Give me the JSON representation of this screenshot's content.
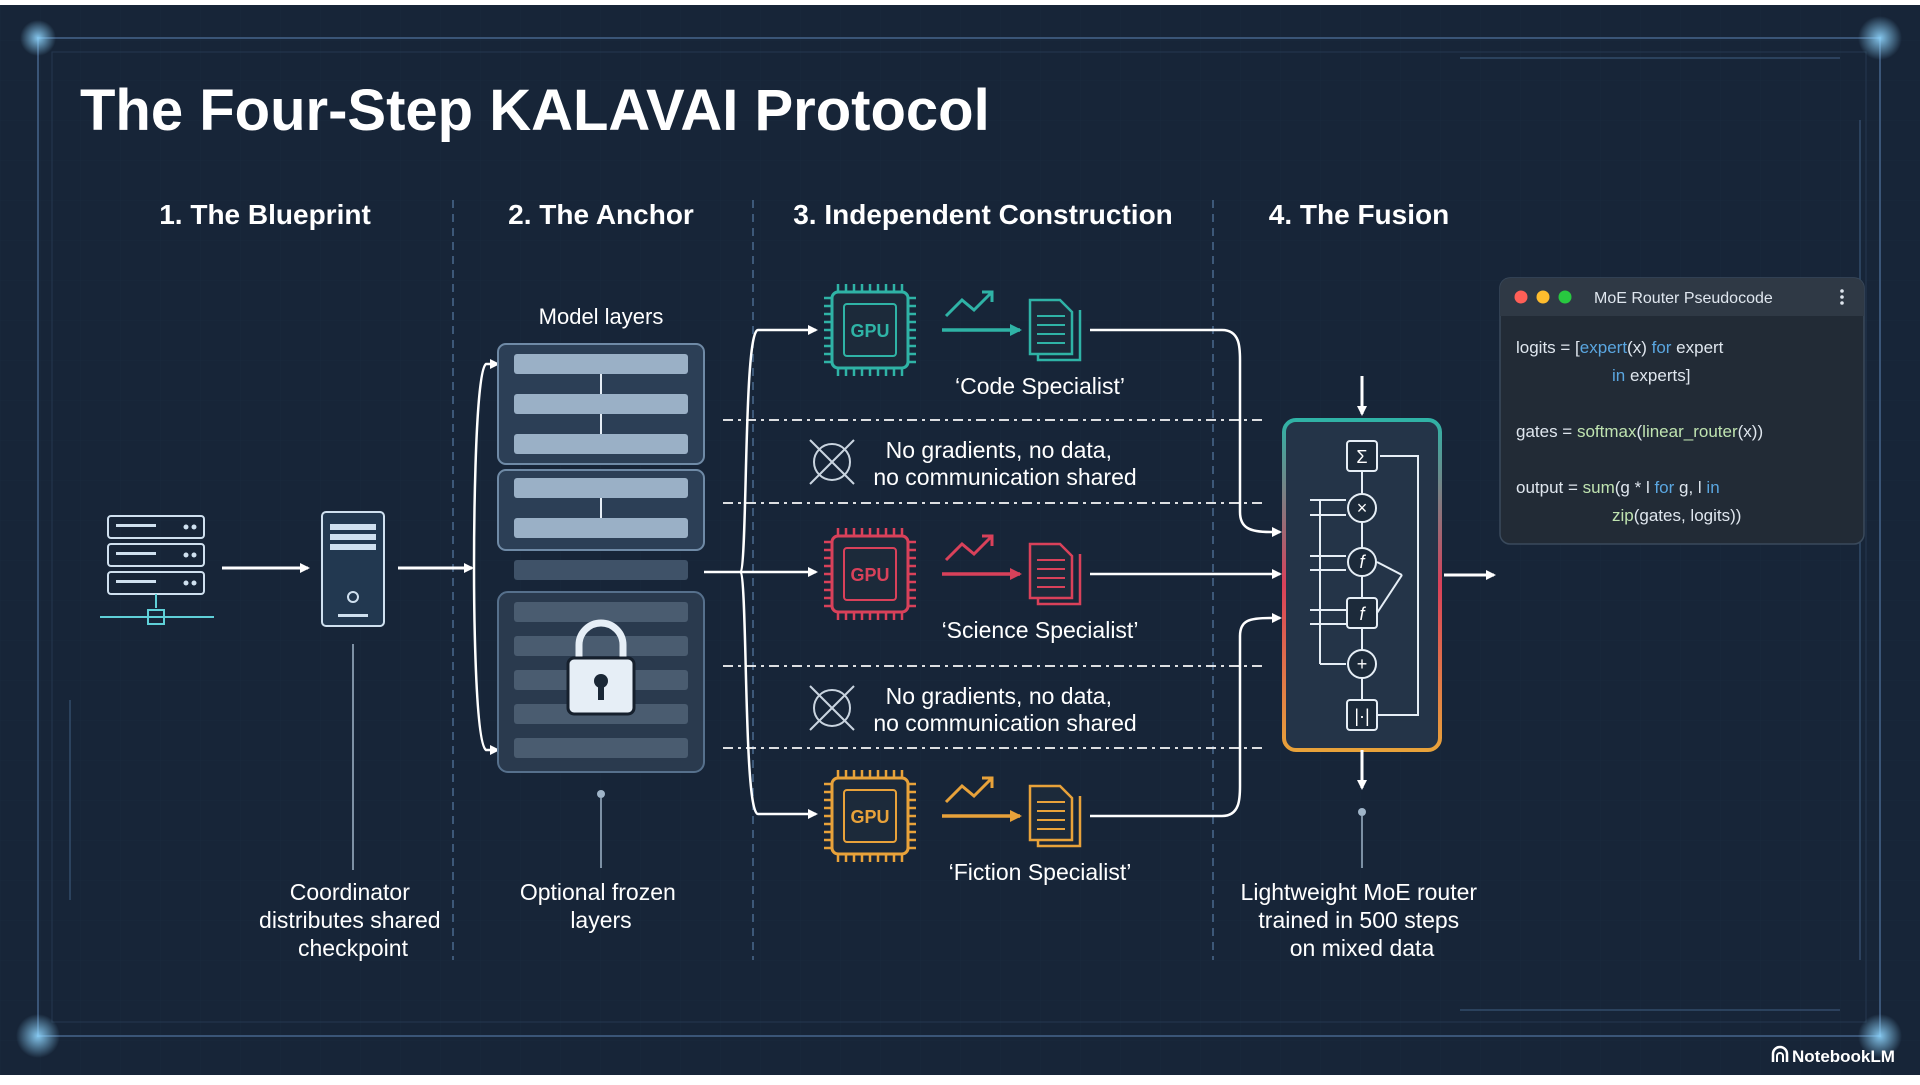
{
  "title": "The Four-Step KALAVAI Protocol",
  "steps": [
    {
      "label": "1. The Blueprint"
    },
    {
      "label": "2. The Anchor"
    },
    {
      "label": "3. Independent Construction"
    },
    {
      "label": "4. The Fusion"
    }
  ],
  "model_layers_label": "Model layers",
  "captions": {
    "coordinator": [
      "Coordinator",
      "distributes shared",
      "checkpoint"
    ],
    "frozen": [
      "Optional frozen",
      "layers"
    ],
    "router": [
      "Lightweight MoE router",
      "trained in 500 steps",
      "on mixed data"
    ]
  },
  "gpu_text": "GPU",
  "specialists": [
    {
      "label": "‘Code Specialist’",
      "color": "#2fb3a6"
    },
    {
      "label": "‘Science Specialist’",
      "color": "#d9415a"
    },
    {
      "label": "‘Fiction Specialist’",
      "color": "#e8a23a"
    }
  ],
  "isolation": {
    "line1": "No gradients, no data,",
    "line2": "no communication shared"
  },
  "code_window": {
    "title": "MoE Router Pseudocode",
    "menu_icon": "more-vertical-icon"
  },
  "brand": "NotebookLM",
  "colors": {
    "background": "#172538",
    "teal": "#2fb3a6",
    "red": "#d9415a",
    "orange": "#e8a23a",
    "code_blue": "#5aa6e0"
  }
}
